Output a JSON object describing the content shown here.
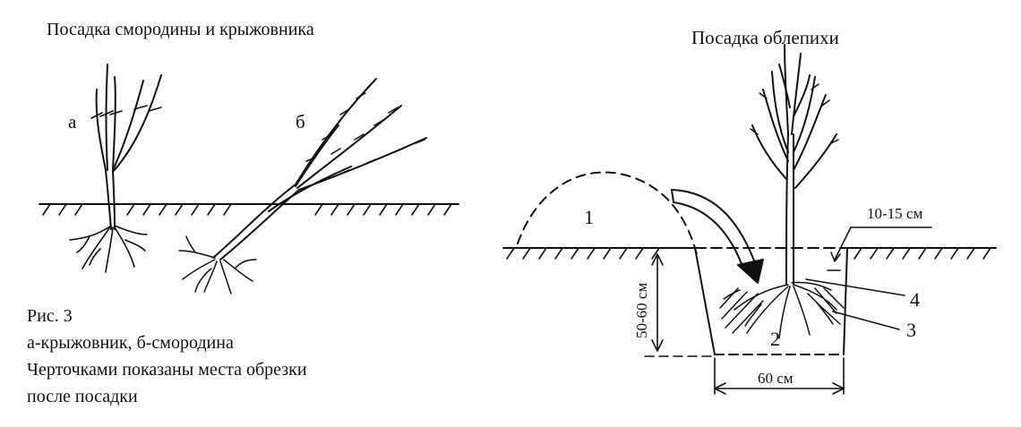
{
  "left_panel": {
    "title": "Посадка смородины и крыжовника",
    "label_a": "а",
    "label_b": "б",
    "caption": {
      "line1": "Рис. 3",
      "line2": "а-крыжовник, б-смородина",
      "line3": "Черточками показаны места обрезки",
      "line4": "после посадки"
    }
  },
  "right_panel": {
    "title": "Посадка облепихи",
    "dim_top": "10-15 см",
    "dim_depth": "50-60 см",
    "dim_width": "60 см",
    "marker_1": "1",
    "marker_2": "2",
    "marker_3": "3",
    "marker_4": "4"
  },
  "colors": {
    "ink": "#111111",
    "background": "#ffffff"
  }
}
